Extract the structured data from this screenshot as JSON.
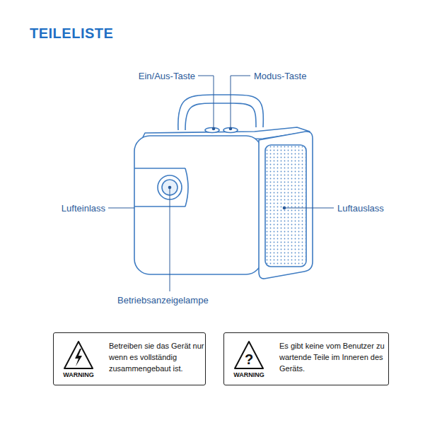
{
  "diagram": {
    "title": "TEILELISTE",
    "nodes": [
      {
        "text": [
          "WARNING",
          "Betreiben sie das Gerät nur wenn es vollständig zusammengebaut ist."
        ]
      },
      {
        "text": [
          "?",
          "WARNING",
          "Es gibt keine vom Benutzer zu wartende Teile im Inneren des Geräts."
        ]
      }
    ],
    "labels": [
      "Ein/Aus-Taste",
      "Modus-Taste",
      "Lufteinlass",
      "Luftauslass",
      "Betriebsanzeigelampe"
    ]
  }
}
